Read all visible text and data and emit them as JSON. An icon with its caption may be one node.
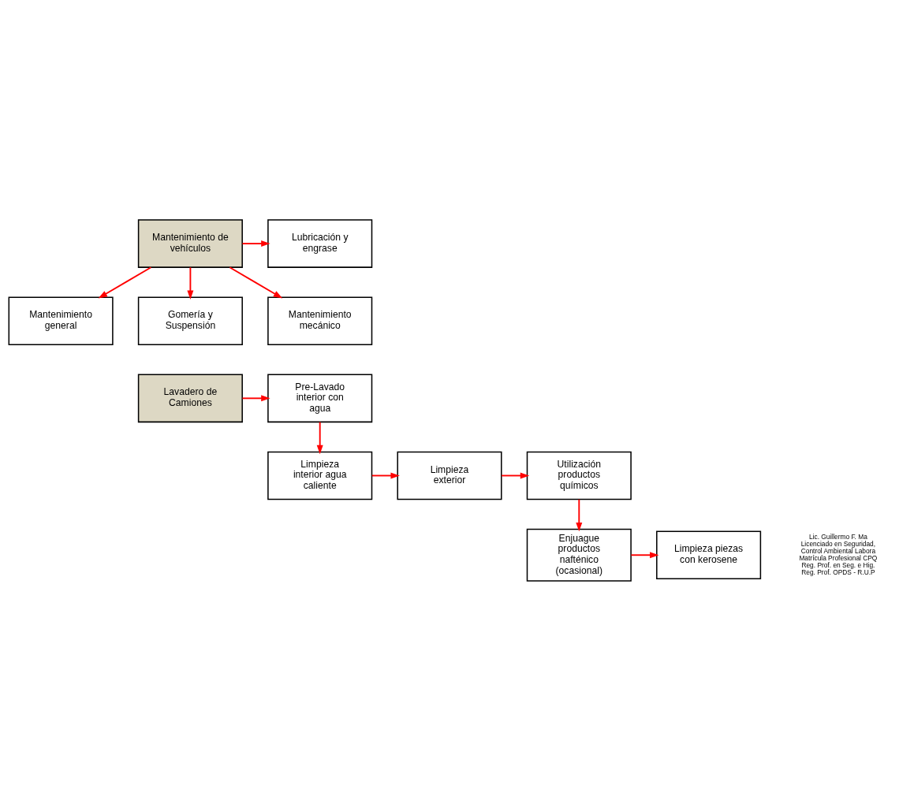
{
  "diagram": {
    "nodes": [
      {
        "text": [
          "Mantenimiento de vehículos"
        ]
      },
      {
        "text": [
          "Lubricación y engrase"
        ]
      },
      {
        "text": [
          "Mantenimiento general"
        ]
      },
      {
        "text": [
          "Gomería y Suspensión"
        ]
      },
      {
        "text": [
          "Mantenimiento mecánico"
        ]
      },
      {
        "text": [
          "Lavadero de Camiones"
        ]
      },
      {
        "text": [
          "Pre-Lavado interior con agua"
        ]
      },
      {
        "text": [
          "Limpieza interior agua caliente"
        ]
      },
      {
        "text": [
          "Limpieza exterior"
        ]
      },
      {
        "text": [
          "Utilización productos químicos"
        ]
      },
      {
        "text": [
          "Enjuague productos nafténico (ocasional)"
        ]
      },
      {
        "text": [
          "Limpieza piezas con kerosene"
        ]
      }
    ],
    "edges": [
      {
        "from": 0,
        "to": 1,
        "arrow": "to"
      },
      {
        "from": 0,
        "to": 2,
        "arrow": "to"
      },
      {
        "from": 0,
        "to": 3,
        "arrow": "to"
      },
      {
        "from": 0,
        "to": 4,
        "arrow": "to"
      },
      {
        "from": 5,
        "to": 6,
        "arrow": "to"
      },
      {
        "from": 6,
        "to": 7,
        "arrow": "to"
      },
      {
        "from": 7,
        "to": 8,
        "arrow": "to"
      },
      {
        "from": 8,
        "to": 9,
        "arrow": "to"
      },
      {
        "from": 9,
        "to": 10,
        "arrow": "to"
      },
      {
        "from": 10,
        "to": 11,
        "arrow": "to"
      }
    ],
    "labels": [
      "Lic. Guillermo F. Ma",
      "Licenciado en Seguridad,",
      "Control Ambiental Labora",
      "Matrícula Profesional CPQ",
      "Reg. Prof. en Seg. e Hig.",
      "Reg. Prof. OPDS - R.U.P"
    ]
  }
}
